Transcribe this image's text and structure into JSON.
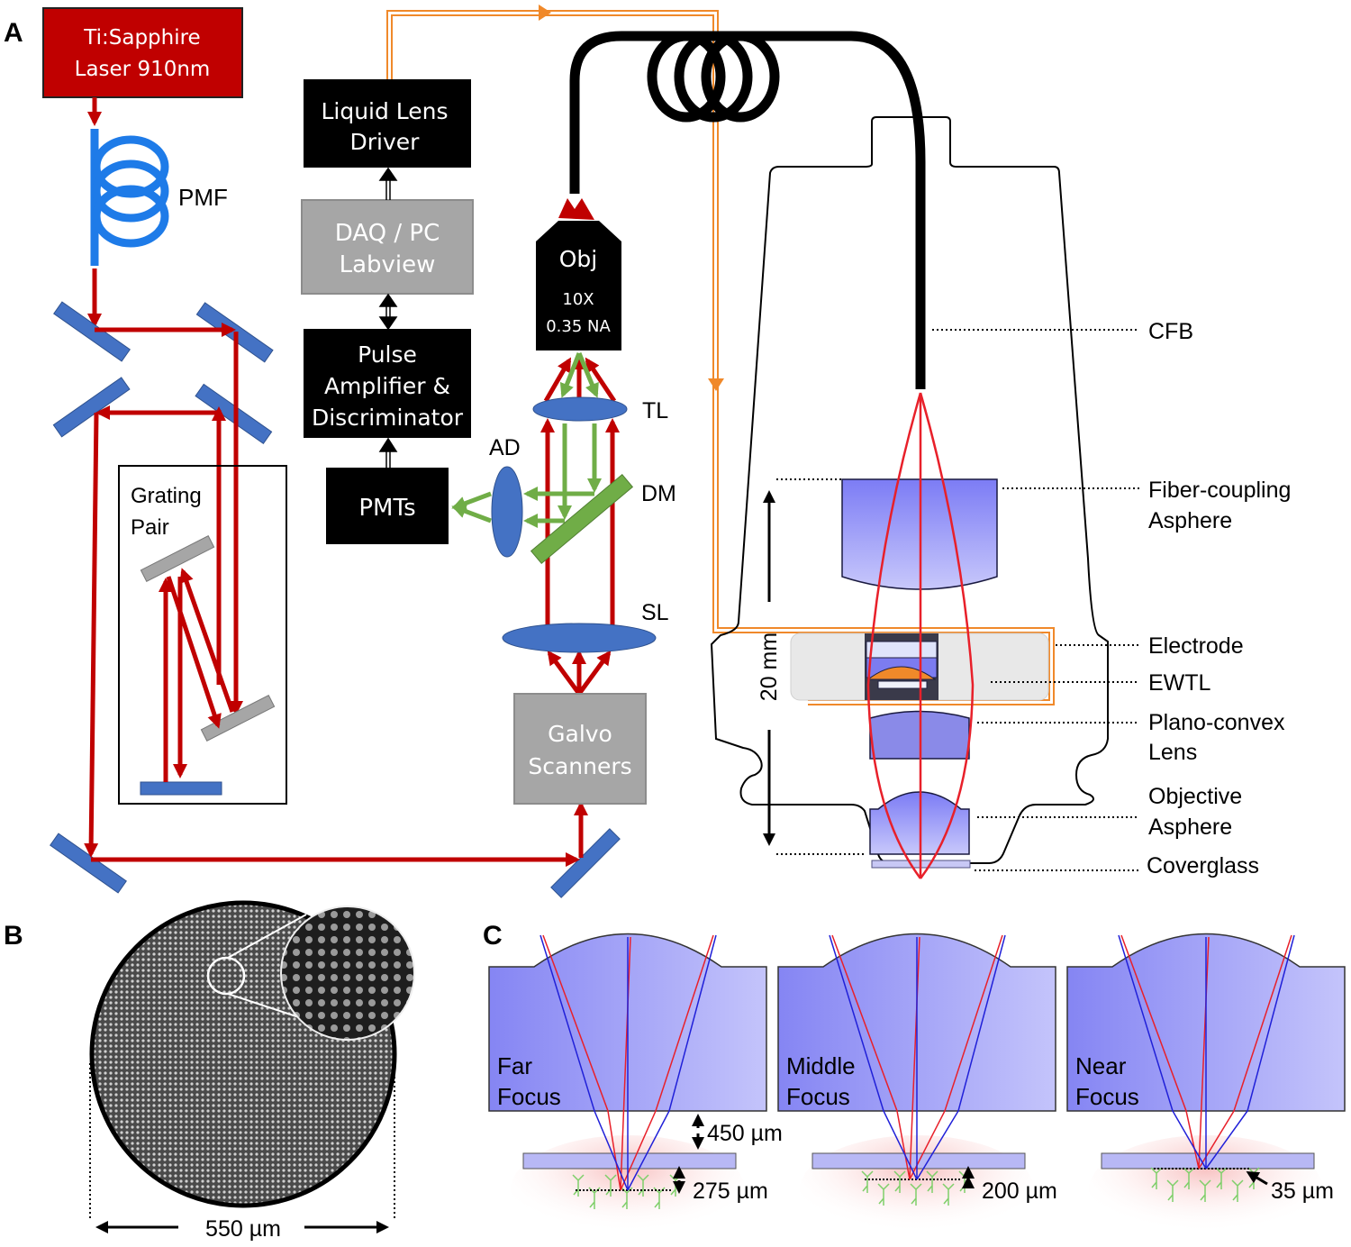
{
  "panels": {
    "a": "A",
    "b": "B",
    "c": "C"
  },
  "panel_a": {
    "laser": {
      "line1": "Ti:Sapphire",
      "line2": "Laser 910nm"
    },
    "pmf": "PMF",
    "grating": {
      "line1": "Grating",
      "line2": "Pair"
    },
    "liquid_lens_driver": {
      "line1": "Liquid Lens",
      "line2": "Driver"
    },
    "daq": {
      "line1": "DAQ / PC",
      "line2": "Labview"
    },
    "pulse": {
      "line1": "Pulse",
      "line2": "Amplifier &",
      "line3": "Discriminator"
    },
    "pmts": "PMTs",
    "obj": {
      "line1": "Obj",
      "line2": "10X",
      "line3": "0.35 NA"
    },
    "tl": "TL",
    "dm": "DM",
    "ad": "AD",
    "sl": "SL",
    "galvo": {
      "line1": "Galvo",
      "line2": "Scanners"
    },
    "probe_labels": {
      "cfb": "CFB",
      "fiber_coupling": {
        "line1": "Fiber-coupling",
        "line2": "Asphere"
      },
      "electrode": "Electrode",
      "ewtl": "EWTL",
      "plano_convex": {
        "line1": "Plano-convex",
        "line2": "Lens"
      },
      "objective": {
        "line1": "Objective",
        "line2": "Asphere"
      },
      "coverglass": "Coverglass"
    },
    "scale": "20 mm"
  },
  "panel_b": {
    "scale": "550 µm"
  },
  "panel_c": {
    "far": {
      "line1": "Far",
      "line2": "Focus",
      "depth": "275 µm"
    },
    "middle": {
      "line1": "Middle",
      "line2": "Focus",
      "depth": "200 µm"
    },
    "near": {
      "line1": "Near",
      "line2": "Focus",
      "depth": "35 µm"
    },
    "working_distance": "450 µm"
  },
  "colors": {
    "laser_red": "#c00000",
    "beam_red": "#c00000",
    "fluor_green": "#70ad47",
    "mirror_blue": "#4472c4",
    "pmf_blue": "#1e7be8",
    "grating_gray": "#a6a6a6",
    "daq_gray": "#a6a6a6",
    "control_orange": "#f0892a",
    "lens_violet": "#8f8ff5",
    "ray_red": "#e8202a",
    "ray_blue": "#2020d8"
  }
}
